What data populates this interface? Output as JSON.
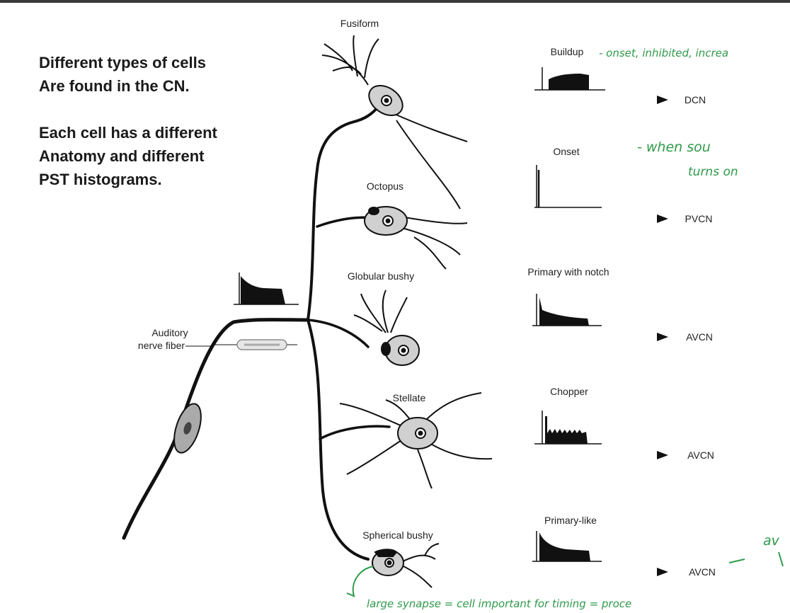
{
  "slide": {
    "lines": [
      "Different types of cells",
      "Are found in the CN.",
      "",
      "Each cell has a different",
      "Anatomy and different",
      "PST histograms."
    ]
  },
  "diagram": {
    "input_label_line1": "Auditory",
    "input_label_line2": "nerve fiber",
    "cells": [
      {
        "name": "Fusiform",
        "response": "Buildup",
        "nucleus": "DCN"
      },
      {
        "name": "Octopus",
        "response": "Onset",
        "nucleus": "PVCN"
      },
      {
        "name": "Globular bushy",
        "response": "Primary with notch",
        "nucleus": "AVCN"
      },
      {
        "name": "Stellate",
        "response": "Chopper",
        "nucleus": "AVCN"
      },
      {
        "name": "Spherical bushy",
        "response": "Primary-like",
        "nucleus": "AVCN"
      }
    ]
  },
  "annotations": {
    "buildup_note": "- onset, inhibited, increa",
    "onset_note_1": "- when sou",
    "onset_note_2": "turns on",
    "right_note": "av",
    "bottom_note": "large synapse = cell important for timing = proce"
  },
  "colors": {
    "handwriting": "#2f9a4a",
    "cell_fill": "#cfcfcf",
    "ink": "#111111"
  }
}
